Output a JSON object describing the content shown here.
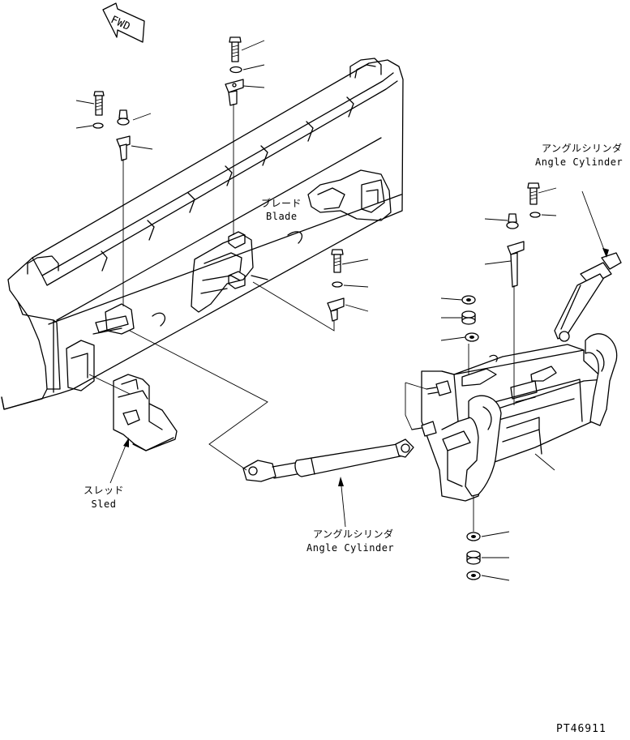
{
  "direction_arrow": {
    "text": "FWD"
  },
  "labels": {
    "blade": {
      "ja": "ブレード",
      "en": "Blade"
    },
    "sled": {
      "ja": "スレッド",
      "en": "Sled"
    },
    "angle_cylinder_right": {
      "ja": "アングルシリンダ",
      "en": "Angle Cylinder"
    },
    "angle_cylinder_bottom": {
      "ja": "アングルシリンダ",
      "en": "Angle Cylinder"
    }
  },
  "drawing_number": "PT46911",
  "colors": {
    "line": "#000000",
    "background": "#ffffff"
  },
  "icons": [
    "fwd-arrow-icon"
  ]
}
